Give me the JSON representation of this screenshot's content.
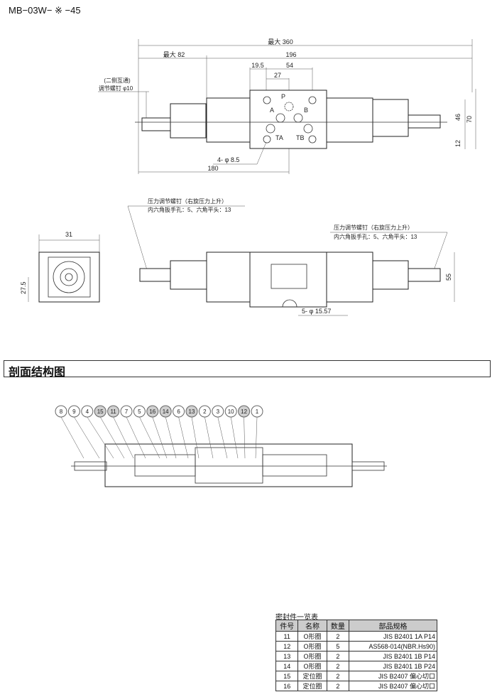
{
  "title": "MB−03W− ※ −45",
  "top_view": {
    "dim_max360": "最大 360",
    "dim_196": "196",
    "dim_max82": "最大 82",
    "dim_19_5": "19.5",
    "dim_54": "54",
    "dim_27": "27",
    "note_line1": "(二侧互通)",
    "note_line2": "调节螺钉 φ10",
    "port_p": "P",
    "port_a": "A",
    "port_b": "B",
    "port_ta": "TA",
    "port_tb": "TB",
    "holes": "4- φ 8.5",
    "dim_180": "180",
    "dim_46": "46",
    "dim_70": "70",
    "dim_12": "12"
  },
  "front_view": {
    "left_note_line1": "压力调节螺钉（右旋压力上升）",
    "left_note_line2": "内六角扳手孔：5、六角平头：13",
    "right_note_line1": "压力调节螺钉（右旋压力上升）",
    "right_note_line2": "内六角扳手孔：5、六角平头：13",
    "dim_31": "31",
    "dim_27_5": "27.5",
    "dim_55": "55",
    "holes": "5- φ 15.57"
  },
  "section": {
    "heading": "剖面结构图",
    "balloons": [
      {
        "n": "8",
        "seal": false
      },
      {
        "n": "9",
        "seal": false
      },
      {
        "n": "4",
        "seal": false
      },
      {
        "n": "15",
        "seal": true
      },
      {
        "n": "11",
        "seal": true
      },
      {
        "n": "7",
        "seal": false
      },
      {
        "n": "5",
        "seal": false
      },
      {
        "n": "16",
        "seal": true
      },
      {
        "n": "14",
        "seal": true
      },
      {
        "n": "6",
        "seal": false
      },
      {
        "n": "13",
        "seal": true
      },
      {
        "n": "2",
        "seal": false
      },
      {
        "n": "3",
        "seal": false
      },
      {
        "n": "10",
        "seal": false
      },
      {
        "n": "12",
        "seal": true
      },
      {
        "n": "1",
        "seal": false
      }
    ]
  },
  "seal_table": {
    "caption": "密封件一览表",
    "headers": [
      "件号",
      "名称",
      "数量",
      "部品规格"
    ],
    "rows": [
      [
        "11",
        "O形圈",
        "2",
        "JIS  B2401  1A  P14"
      ],
      [
        "12",
        "O形圈",
        "5",
        "AS568-014(NBR.Hs90)"
      ],
      [
        "13",
        "O形圈",
        "2",
        "JIS  B2401  1B  P14"
      ],
      [
        "14",
        "O形圈",
        "2",
        "JIS  B2401  1B  P24"
      ],
      [
        "15",
        "定位圈",
        "2",
        "JIS B2407    偏心切口"
      ],
      [
        "16",
        "定位圈",
        "2",
        "JIS B2407    偏心切口"
      ]
    ]
  },
  "colors": {
    "seal_balloon": "#cfcfcf",
    "line": "#333333"
  }
}
